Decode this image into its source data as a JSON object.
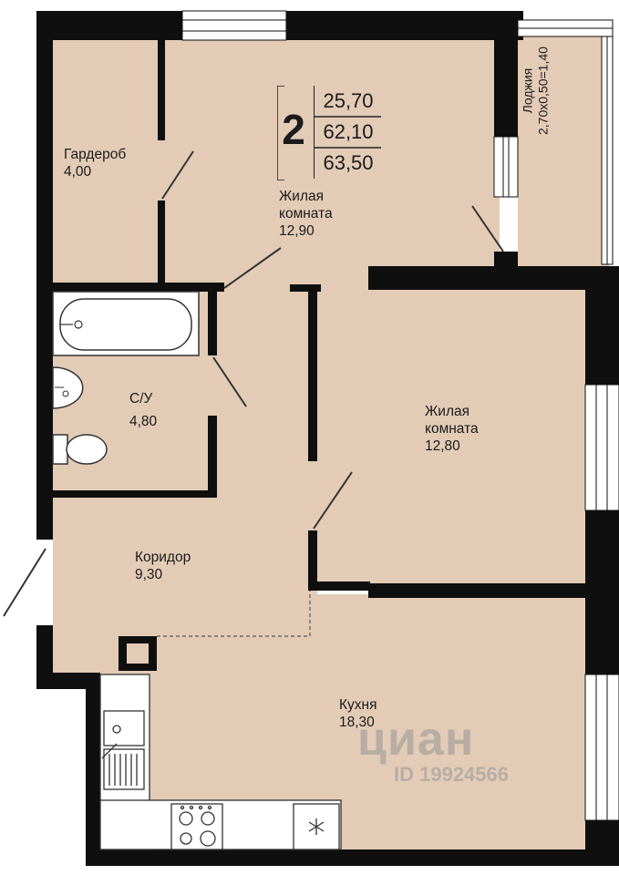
{
  "plan": {
    "rooms_count": "2",
    "areas": [
      "25,70",
      "62,10",
      "63,50"
    ],
    "wall_color": "#0f0f0f",
    "floor_color": "#e3cbb6",
    "rooms": [
      {
        "name": "Гардероб",
        "area": "4,00"
      },
      {
        "name": "Жилая комната",
        "area": "12,90"
      },
      {
        "name": "Лоджия",
        "area": "2,70х0,50=1,40"
      },
      {
        "name": "С/У",
        "area": "4,80"
      },
      {
        "name": "Жилая комната",
        "area": "12,80"
      },
      {
        "name": "Коридор",
        "area": "9,30"
      },
      {
        "name": "Кухня",
        "area": "18,30"
      }
    ]
  },
  "watermark": {
    "brand": "циан",
    "id": "ID 19924566"
  }
}
